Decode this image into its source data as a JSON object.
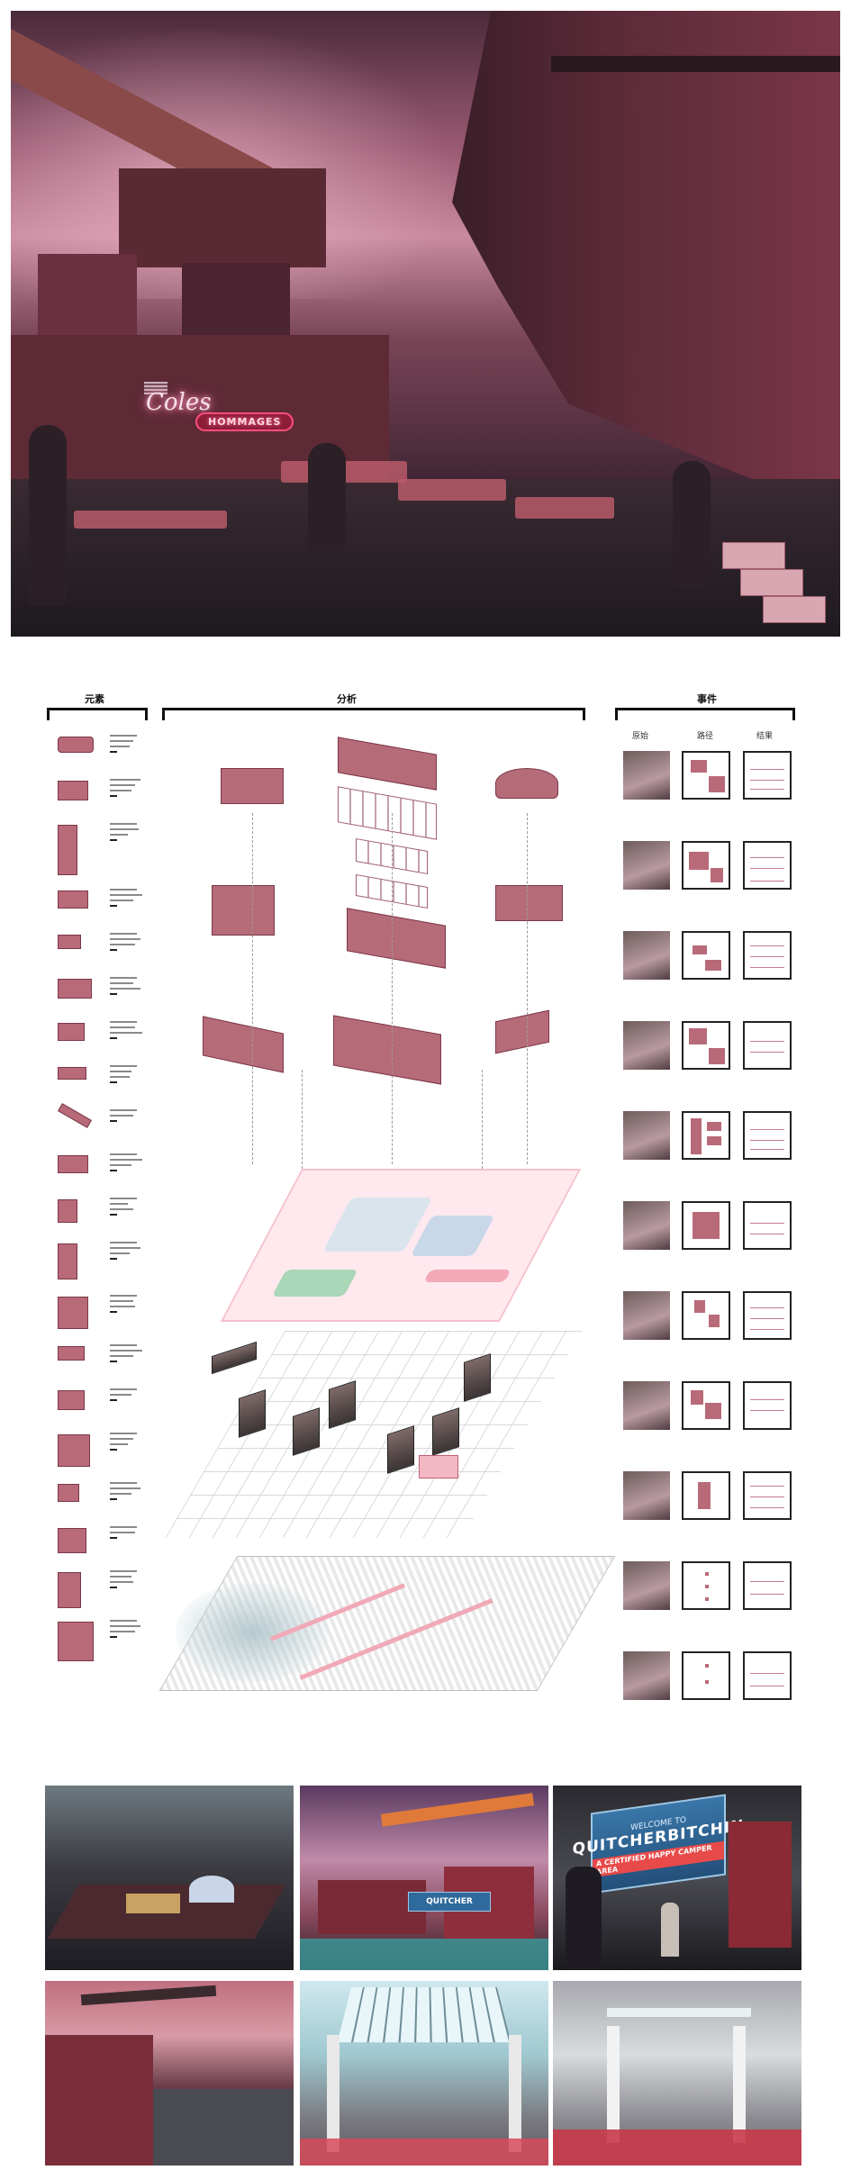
{
  "hero": {
    "neon_script": "Coles",
    "neon_badge": "HOMMAGES"
  },
  "columns": {
    "elements": "元素",
    "analysis": "分析",
    "events": "事件"
  },
  "events_header": {
    "origin": "原始",
    "path": "路径",
    "result": "结果"
  },
  "event_rows": 11,
  "renders": {
    "banner_top": "WELCOME TO",
    "banner_main": "QUITCHERBITCHIN",
    "banner_sub": "A CERTIFIED HAPPY CAMPER AREA",
    "mini_banner": "QUITCHER"
  },
  "colors": {
    "accent": "#b66b78",
    "dark": "#111111"
  }
}
